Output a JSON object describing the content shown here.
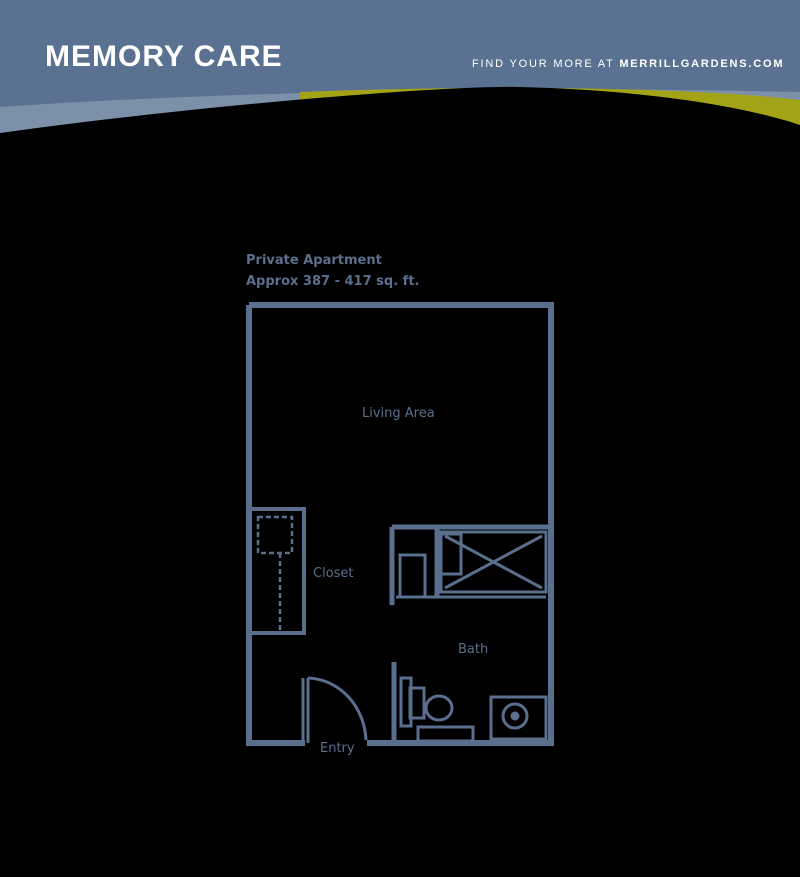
{
  "header": {
    "title": "MEMORY CARE",
    "tagline_prefix": "FIND YOUR MORE AT ",
    "tagline_site": "MERRILLGARDENS.COM",
    "colors": {
      "band": "#5b7191",
      "light_band": "#7d90aa",
      "accent": "#a3a318",
      "background": "#000000"
    }
  },
  "floorplan": {
    "name": "Private Apartment",
    "size": "Approx 387 - 417 sq. ft.",
    "rooms": {
      "living": "Living Area",
      "closet": "Closet",
      "bath": "Bath",
      "entry": "Entry"
    },
    "line_color": "#5a6f8d"
  }
}
